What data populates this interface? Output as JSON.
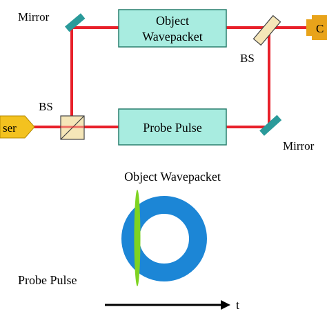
{
  "labels": {
    "mirror_top": "Mirror",
    "mirror_bottom": "Mirror",
    "bs_left": "BS",
    "bs_right": "BS",
    "laser": "ser",
    "camera": "C",
    "object_box_line1": "Object",
    "object_box_line2": "Wavepacket",
    "probe_box": "Probe Pulse",
    "object_wavepacket_caption": "Object Wavepacket",
    "probe_pulse_caption": "Probe Pulse",
    "time_axis": "t"
  },
  "colors": {
    "beam": "#e8202a",
    "box_fill": "#a8ece0",
    "box_stroke": "#2a7f6e",
    "mirror": "#2a9a9a",
    "bs_fill": "#f5e6b8",
    "laser_fill": "#f3c21f",
    "camera_fill": "#e8a31a",
    "ring": "#1c86d6",
    "probe_pulse": "#7ed321"
  }
}
